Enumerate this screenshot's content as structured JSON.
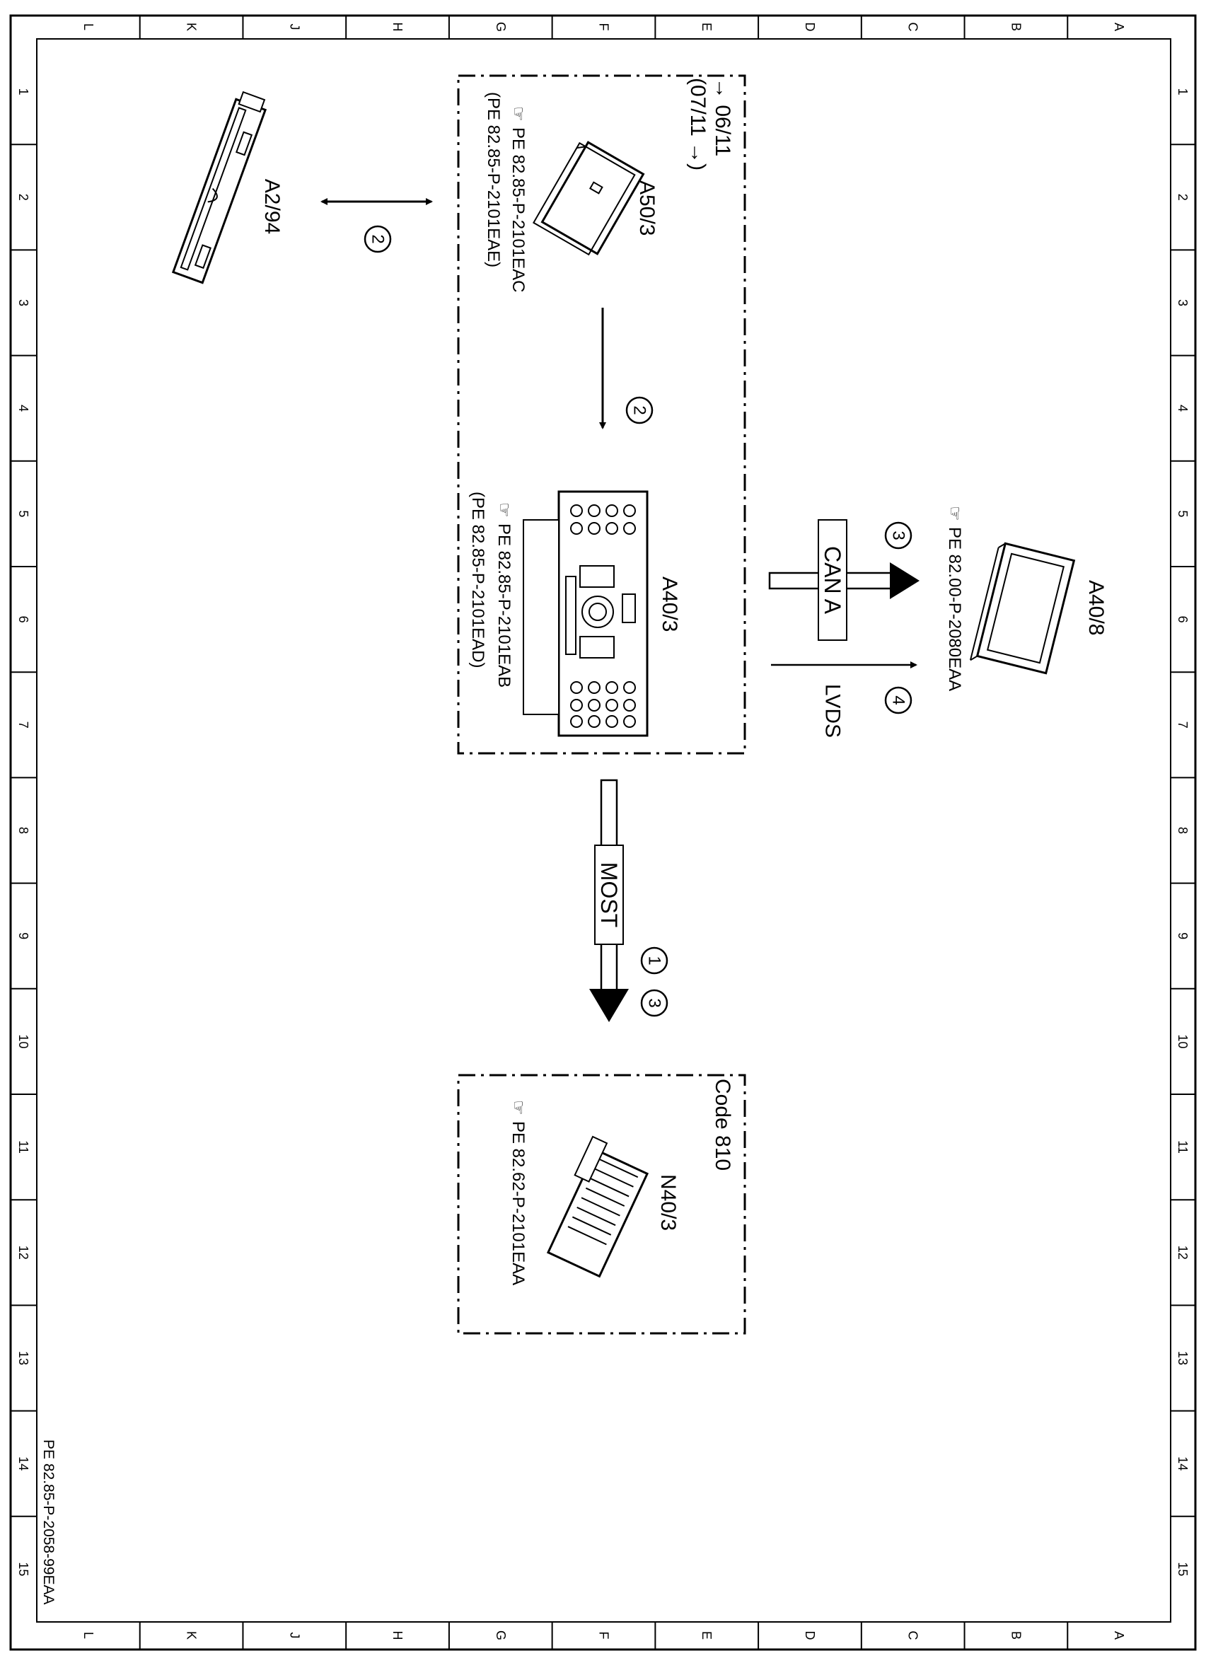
{
  "grid": {
    "columns": [
      "L",
      "K",
      "J",
      "H",
      "G",
      "F",
      "E",
      "D",
      "C",
      "B",
      "A"
    ],
    "rows": [
      "1",
      "2",
      "3",
      "4",
      "5",
      "6",
      "7",
      "8",
      "9",
      "10",
      "11",
      "12",
      "13",
      "14",
      "15"
    ]
  },
  "drawing_number": "PE 82.85-P-2058-99EAA",
  "components": {
    "a2_94": {
      "label": "A2/94"
    },
    "a50_3": {
      "label": "A50/3",
      "validity_1": "→ 06/11",
      "validity_2": "(07/11 →)",
      "ref_1": "PE 82.85-P-2101EAC",
      "ref_2": "(PE 82.85-P-2101EAE)"
    },
    "a40_3": {
      "label": "A40/3",
      "ref_1": "PE 82.85-P-2101EAB",
      "ref_2": "(PE 82.85-P-2101EAD)"
    },
    "a40_8": {
      "label": "A40/8",
      "ref_1": "PE 82.00-P-2080EAA"
    },
    "n40_3": {
      "label": "N40/3",
      "code": "Code 810",
      "ref_1": "PE 82.62-P-2101EAA"
    }
  },
  "connections": {
    "a2_94_a50_3": {
      "number": "2"
    },
    "a50_3_a40_3": {
      "number": "2"
    },
    "can_a": {
      "label": "CAN A",
      "number": "3"
    },
    "lvds": {
      "label": "LVDS",
      "number": "4"
    },
    "most": {
      "label": "MOST",
      "number_1": "1",
      "number_2": "3"
    }
  }
}
